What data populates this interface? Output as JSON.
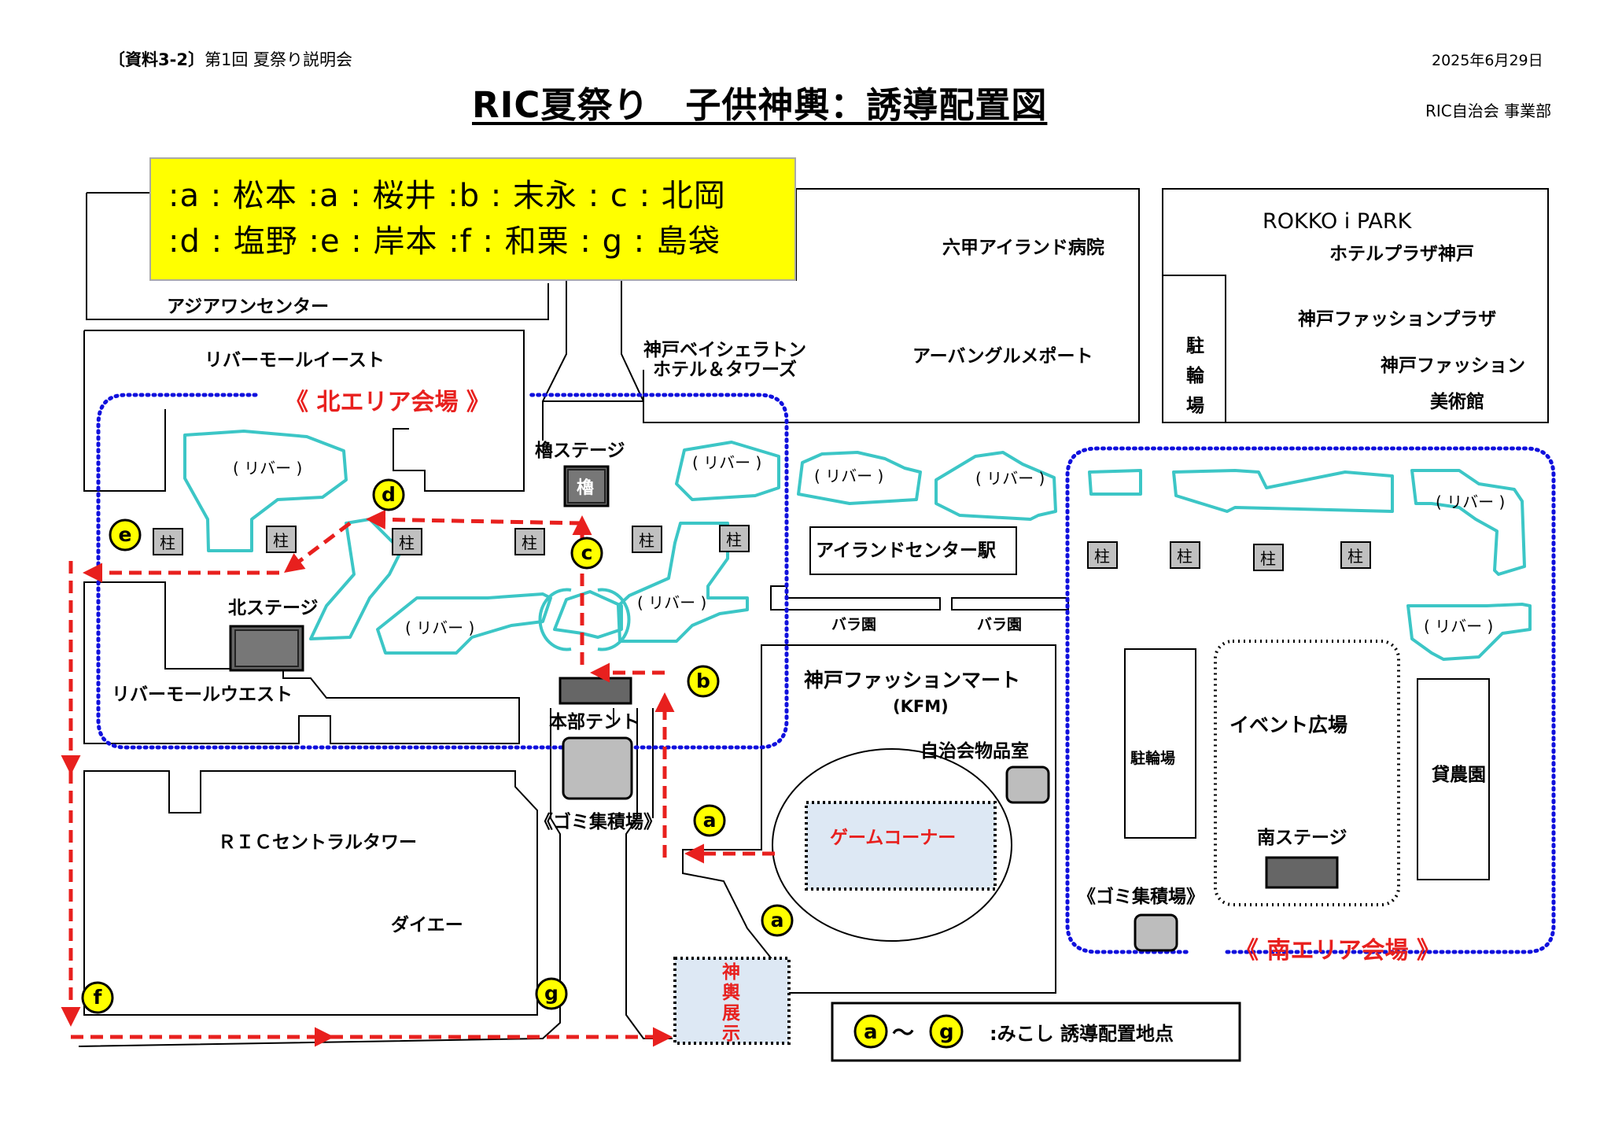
{
  "header": {
    "doc_ref": "〔資料3-2〕",
    "doc_event": "第1回 夏祭り説明会",
    "date": "2025年6月29日",
    "title": "RIC夏祭り　子供神輿：誘導配置図",
    "organizer": "RIC自治会 事業部"
  },
  "staff_legend": {
    "line1": ":a : 松本 :a : 桜井  :b : 末永  :   c : 北岡",
    "line2": ":d : 塩野 :e : 岸本  :f : 和栗 :   g : 島袋"
  },
  "buildings": {
    "asia_one": "アジアワンセンター",
    "rokko_hospital": "六甲アイランド病院",
    "rokko_ipark": "ROKKO i PARK",
    "hotel_plaza": "ホテルプラザ神戸",
    "fashion_plaza": "神戸ファッションプラザ",
    "fashion_museum_1": "神戸ファッション",
    "fashion_museum_2": "美術館",
    "bike_parking_top": [
      "駐",
      "輪",
      "場"
    ],
    "river_mall_east": "リバーモールイースト",
    "sheraton_1": "神戸ベイシェラトン",
    "sheraton_2": "ホテル＆タワーズ",
    "urban_gourmet": "アーバングルメポート",
    "island_center_station": "アイランドセンター駅",
    "rose_garden": "バラ園",
    "kfm_name": "神戸ファッションマート",
    "kfm_abbr": "(KFM)",
    "storage_room": "自治会物品室",
    "game_corner": "ゲームコーナー",
    "river_mall_west": "リバーモールウエスト",
    "central_tower": "ＲＩＣセントラルタワー",
    "daiei": "ダイエー",
    "bike_parking_south": "駐輪場",
    "event_plaza": "イベント広場",
    "rental_farm": "貸農園",
    "omikoshi_display": [
      "神",
      "輿",
      "展",
      "示"
    ]
  },
  "areas": {
    "north": "《 北エリア会場 》",
    "south": "《 南エリア会場 》"
  },
  "stages": {
    "yagura": "櫓ステージ",
    "yagura_mark": "櫓",
    "north": "北ステージ",
    "hq_tent": "本部テント",
    "south": "南ステージ"
  },
  "garbage": {
    "center": "《ゴミ集積場》",
    "south": "《ゴミ集積場》"
  },
  "river_label": "( リバー )",
  "pillar_label": "柱",
  "points": {
    "a1": "a",
    "a2": "a",
    "b": "b",
    "c": "c",
    "d": "d",
    "e": "e",
    "f": "f",
    "g": "g"
  },
  "map_legend": {
    "from": "a",
    "tilde": "〜",
    "to": "g",
    "text": ":みこし 誘導配置地点"
  },
  "colors": {
    "route": "#e8201e",
    "area_border": "#1010dd",
    "river": "#3cc6c6",
    "marker": "#ffff00",
    "legend_bg": "#ffff00",
    "area_label": "#e8201e"
  }
}
